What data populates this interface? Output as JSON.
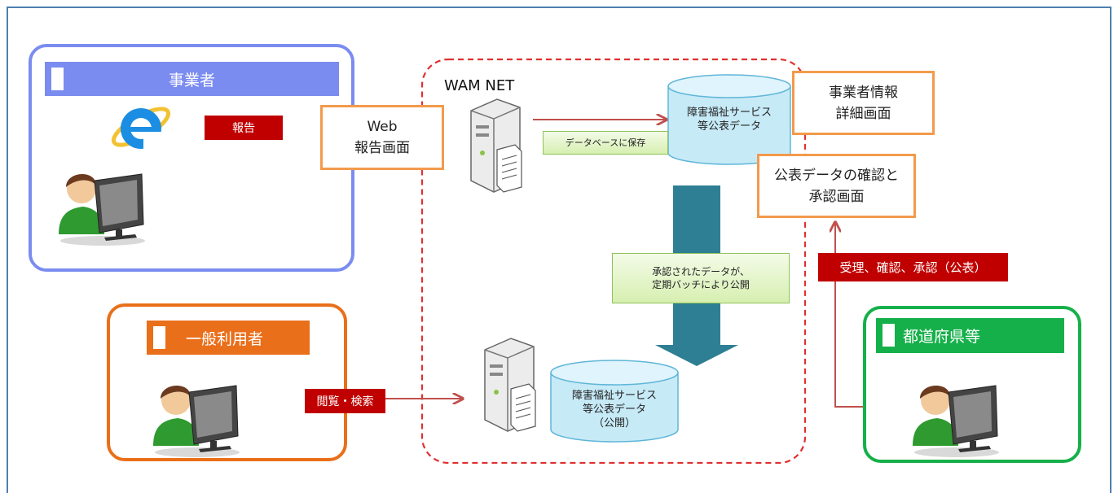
{
  "providers": {
    "title": "事業者",
    "report_tag": "報告"
  },
  "web_report_screen": "Web\n報告画面",
  "wam_net": {
    "label": "WAM NET"
  },
  "db_main": {
    "label": "障害福祉サービス\n等公表データ"
  },
  "save_note": "データベースに保存",
  "provider_detail_screen": "事業者情報\n詳細画面",
  "approval_screen": "公表データの確認と\n承認画面",
  "approval_tag": "受理、確認、承認（公表）",
  "batch_note": "承認されたデータが、\n定期バッチにより公開",
  "general_users": {
    "title": "一般利用者",
    "browse_tag": "閲覧・検索"
  },
  "db_public": {
    "label": "障害福祉サービス\n等公表データ\n（公開）"
  },
  "prefectures": {
    "title": "都道府県等"
  },
  "colors": {
    "providers_blue": "#7b8cf0",
    "general_orange": "#ea6f1a",
    "prefecture_green": "#16b04a",
    "screen_border_orange": "#f39a4c",
    "tag_red": "#c00000",
    "arrow_red": "#c0504d",
    "db_cyan": "#c7eaf7",
    "batch_teal": "#2e7f93",
    "wam_dash_red": "#e03030"
  },
  "icons": [
    "internet-explorer-icon",
    "user-at-computer-icon",
    "server-icon",
    "database-icon"
  ]
}
